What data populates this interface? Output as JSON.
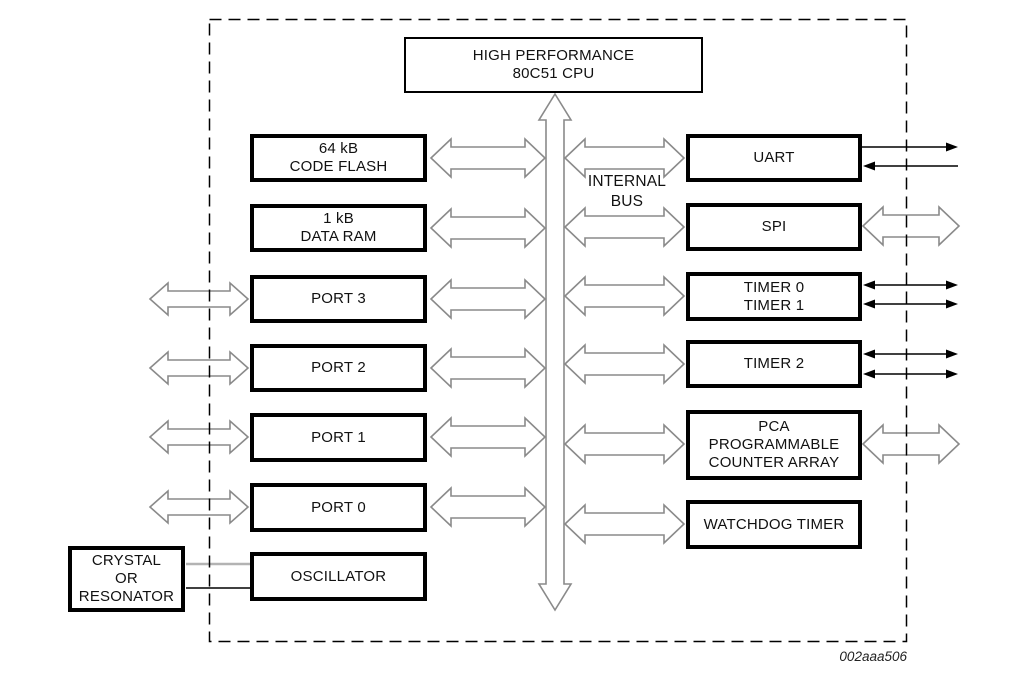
{
  "figure": {
    "id_label": "002aaa506"
  },
  "colors": {
    "bg": "#ffffff",
    "box-border": "#000000",
    "arrow-outline": "#8a8a8a",
    "thin-arrow": "#000000",
    "text": "#111111"
  },
  "blocks": {
    "cpu": {
      "lines": [
        "HIGH PERFORMANCE",
        "80C51 CPU"
      ]
    },
    "code_flash": {
      "lines": [
        "64 kB",
        "CODE FLASH"
      ]
    },
    "data_ram": {
      "lines": [
        "1 kB",
        "DATA RAM"
      ]
    },
    "port3": {
      "lines": [
        "PORT 3"
      ]
    },
    "port2": {
      "lines": [
        "PORT 2"
      ]
    },
    "port1": {
      "lines": [
        "PORT 1"
      ]
    },
    "port0": {
      "lines": [
        "PORT 0"
      ]
    },
    "oscillator": {
      "lines": [
        "OSCILLATOR"
      ]
    },
    "crystal": {
      "lines": [
        "CRYSTAL",
        "OR",
        "RESONATOR"
      ]
    },
    "uart": {
      "lines": [
        "UART"
      ]
    },
    "spi": {
      "lines": [
        "SPI"
      ]
    },
    "timer01": {
      "lines": [
        "TIMER 0",
        "TIMER 1"
      ]
    },
    "timer2": {
      "lines": [
        "TIMER 2"
      ]
    },
    "pca": {
      "lines": [
        "PCA",
        "PROGRAMMABLE",
        "COUNTER ARRAY"
      ]
    },
    "watchdog": {
      "lines": [
        "WATCHDOG TIMER"
      ]
    }
  },
  "labels": {
    "internal_bus": {
      "lines": [
        "INTERNAL",
        "BUS"
      ]
    }
  },
  "connections": [
    {
      "from": "internal-bus",
      "to": "cpu",
      "type": "bus-arrow-up"
    },
    {
      "from": "internal-bus",
      "to": "code-flash",
      "type": "bidirectional"
    },
    {
      "from": "internal-bus",
      "to": "data-ram",
      "type": "bidirectional"
    },
    {
      "from": "internal-bus",
      "to": "port3",
      "type": "bidirectional"
    },
    {
      "from": "internal-bus",
      "to": "port2",
      "type": "bidirectional"
    },
    {
      "from": "internal-bus",
      "to": "port1",
      "type": "bidirectional"
    },
    {
      "from": "internal-bus",
      "to": "port0",
      "type": "bidirectional"
    },
    {
      "from": "internal-bus",
      "to": "uart",
      "type": "bidirectional"
    },
    {
      "from": "internal-bus",
      "to": "spi",
      "type": "bidirectional"
    },
    {
      "from": "internal-bus",
      "to": "timer01",
      "type": "bidirectional"
    },
    {
      "from": "internal-bus",
      "to": "timer2",
      "type": "bidirectional"
    },
    {
      "from": "internal-bus",
      "to": "pca",
      "type": "bidirectional"
    },
    {
      "from": "internal-bus",
      "to": "watchdog",
      "type": "bidirectional"
    },
    {
      "from": "port3",
      "to": "external",
      "type": "bidirectional"
    },
    {
      "from": "port2",
      "to": "external",
      "type": "bidirectional"
    },
    {
      "from": "port1",
      "to": "external",
      "type": "bidirectional"
    },
    {
      "from": "port0",
      "to": "external",
      "type": "bidirectional"
    },
    {
      "from": "uart",
      "to": "external",
      "type": "out-and-in"
    },
    {
      "from": "spi",
      "to": "external",
      "type": "bidirectional"
    },
    {
      "from": "timer01",
      "to": "external",
      "type": "two-bidirectional-lines"
    },
    {
      "from": "timer2",
      "to": "external",
      "type": "two-bidirectional-lines"
    },
    {
      "from": "pca",
      "to": "external",
      "type": "bidirectional"
    },
    {
      "from": "crystal",
      "to": "oscillator",
      "type": "two-wires"
    }
  ]
}
